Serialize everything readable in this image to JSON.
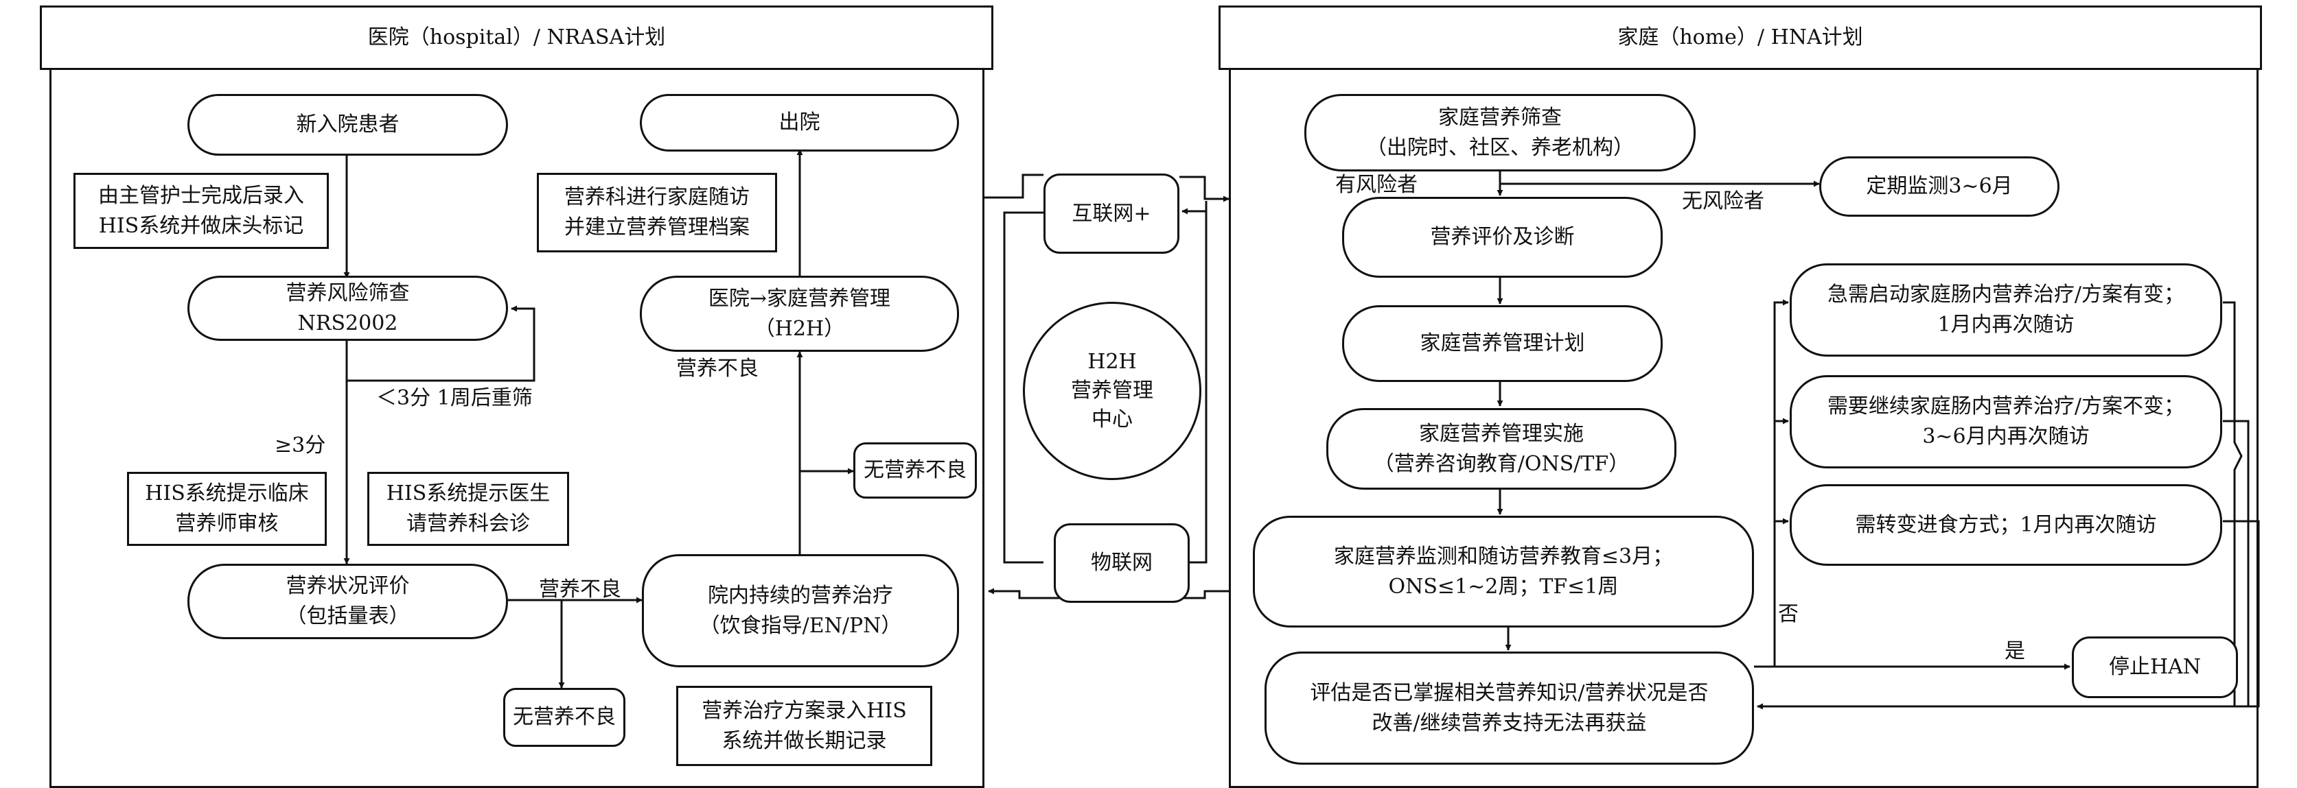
{
  "left": {
    "title": "医院（hospital）/ NRASA计划",
    "new_patient": "新入院患者",
    "nurse_note": "由主管护士完成后录入\nHIS系统并做床头标记",
    "risk_screen": "营养风险筛查\nNRS2002",
    "rescreen": "＜3分 1周后重筛",
    "ge3": "≥3分",
    "his_dietitian": "HIS系统提示临床\n营养师审核",
    "his_doctor": "HIS系统提示医生\n请营养科会诊",
    "status_eval": "营养状况评价\n（包括量表）",
    "malnutrition1": "营养不良",
    "no_malnutrition1": "无营养不良",
    "inhospital_therapy": "院内持续的营养治疗\n（饮食指导/EN/PN）",
    "record_note": "营养治疗方案录入HIS\n系统并做长期记录",
    "no_malnutrition2": "无营养不良",
    "malnutrition2": "营养不良",
    "h2h": "医院→家庭营养管理\n（H2H）",
    "followup_file": "营养科进行家庭随访\n并建立营养管理档案",
    "discharge": "出院"
  },
  "center": {
    "internet": "互联网+",
    "hub": "H2H\n营养管理\n中心",
    "iot": "物联网"
  },
  "right": {
    "title": "家庭（home）/ HNA计划",
    "home_screen": "家庭营养筛查\n（出院时、社区、养老机构）",
    "at_risk": "有风险者",
    "no_risk": "无风险者",
    "regular_monitor": "定期监测3~6月",
    "assess_diag": "营养评价及诊断",
    "plan": "家庭营养管理计划",
    "implement": "家庭营养管理实施\n（营养咨询教育/ONS/TF）",
    "monitor_followup": "家庭营养监测和随访营养教育≤3月；\nONS≤1~2周；TF≤1周",
    "evaluate": "评估是否已掌握相关营养知识/营养状况是否\n改善/继续营养支持无法再获益",
    "yes": "是",
    "stop": "停止HAN",
    "no": "否",
    "opt1": "急需启动家庭肠内营养治疗/方案有变；\n1月内再次随访",
    "opt2": "需要继续家庭肠内营养治疗/方案不变；\n3~6月内再次随访",
    "opt3": "需转变进食方式；1月内再次随访"
  }
}
